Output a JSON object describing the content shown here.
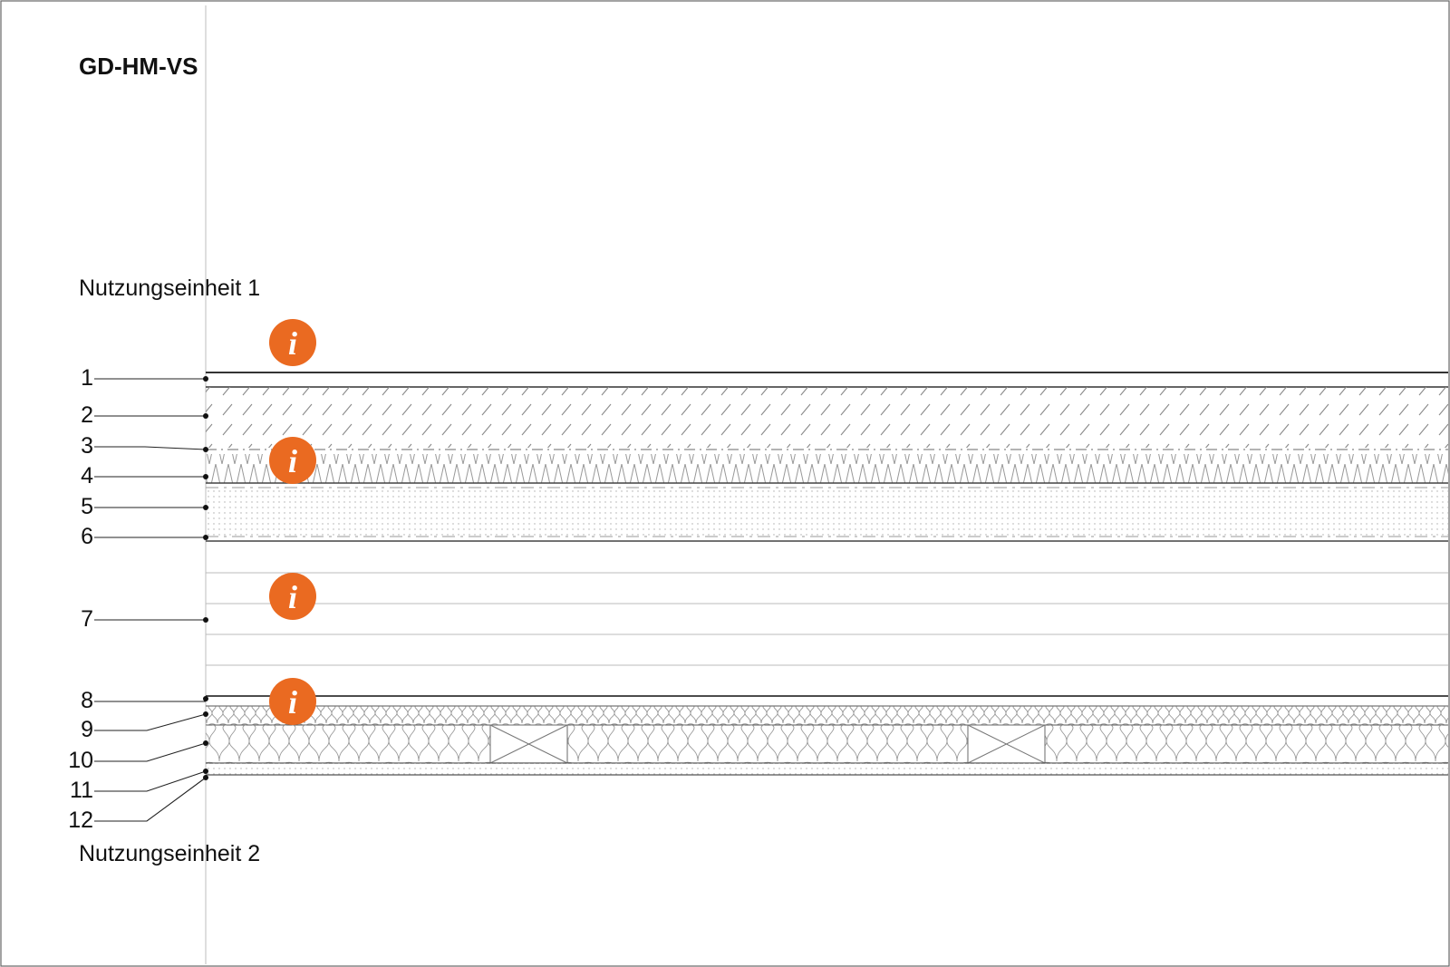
{
  "title": "GD-HM-VS",
  "zone_top": "Nutzungseinheit 1",
  "zone_bottom": "Nutzungseinheit 2",
  "layers": [
    "1",
    "2",
    "3",
    "4",
    "5",
    "6",
    "7",
    "8",
    "9",
    "10",
    "11",
    "12"
  ],
  "info_icon_glyph": "i",
  "colors": {
    "accent": "#ea6a21",
    "line": "#333333",
    "hatch": "#888888"
  }
}
